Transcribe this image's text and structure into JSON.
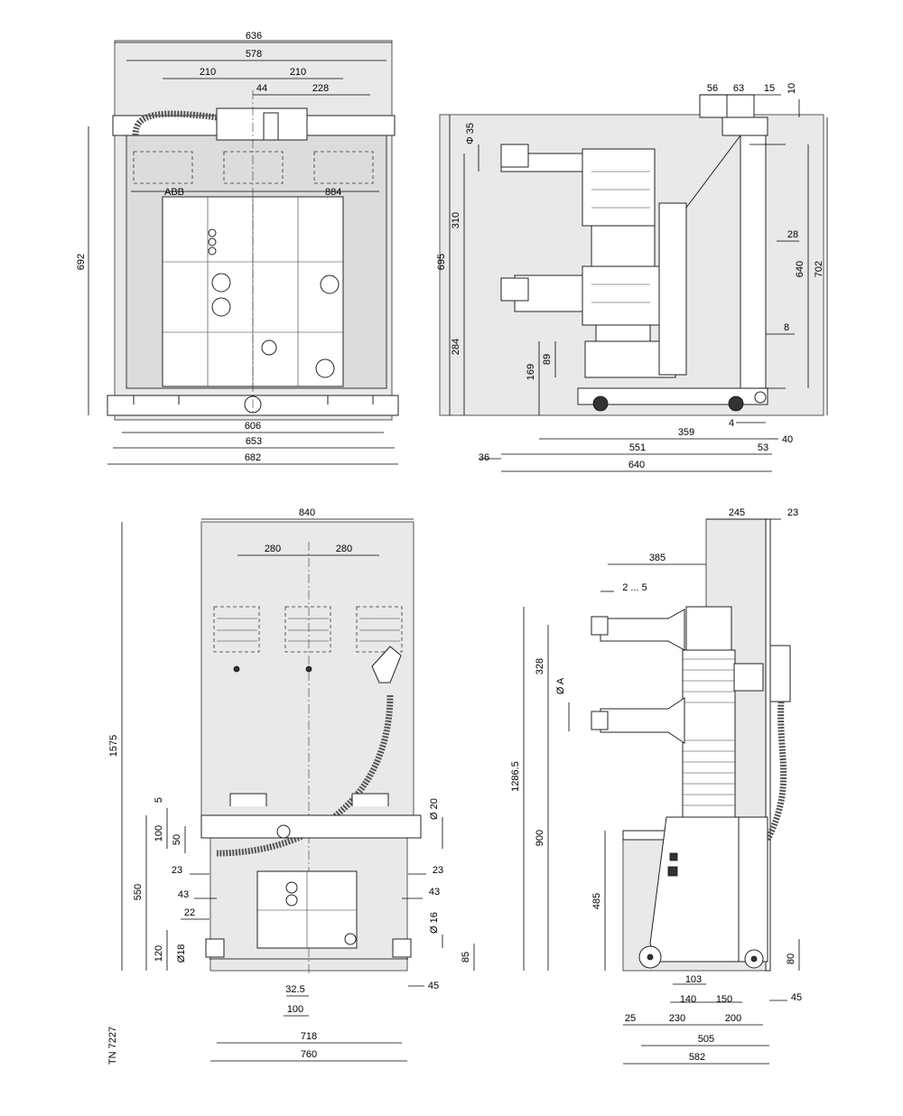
{
  "views": {
    "front_small": {
      "dims": {
        "w636": "636",
        "w578": "578",
        "w210a": "210",
        "w210b": "210",
        "w44": "44",
        "w228": "228",
        "h692": "692",
        "w606": "606",
        "w653": "653",
        "w682": "682"
      },
      "labels": {
        "logo_left": "ABB",
        "logo_right": "884"
      }
    },
    "side_small": {
      "dims": {
        "d56": "56",
        "d63": "63",
        "d15": "15",
        "d10": "10",
        "phi35": "Φ 35",
        "h310": "310",
        "h695": "695",
        "h284": "284",
        "h169": "169",
        "h89": "89",
        "d28": "28",
        "h640": "640",
        "h702": "702",
        "d8": "8",
        "d4": "4",
        "w359": "359",
        "d40": "40",
        "w551": "551",
        "d53": "53",
        "d36": "36",
        "w640": "640"
      }
    },
    "front_large": {
      "dims": {
        "w840": "840",
        "w280a": "280",
        "w280b": "280",
        "h1575": "1575",
        "d5": "5",
        "phi20": "Ø 20",
        "h100": "100",
        "d50": "50",
        "h550": "550",
        "d23l": "23",
        "d23r": "23",
        "d43l": "43",
        "d43r": "43",
        "d22": "22",
        "phi16": "Ø 16",
        "h120": "120",
        "phi18": "Ø18",
        "d85": "85",
        "d45": "45",
        "d32_5": "32.5",
        "d100": "100",
        "w718": "718",
        "w760": "760"
      },
      "code": "TN 7227"
    },
    "side_large": {
      "dims": {
        "d245": "245",
        "d23": "23",
        "d385": "385",
        "d2_5": "2 ... 5",
        "h328": "328",
        "phiA": "Ø A",
        "h1286_5": "1286.5",
        "h900": "900",
        "h485": "485",
        "d80": "80",
        "d103": "103",
        "d140": "140",
        "d150": "150",
        "d45": "45",
        "d25": "25",
        "d230": "230",
        "d200": "200",
        "w505": "505",
        "w582": "582"
      }
    }
  },
  "colors": {
    "panel_fill": "#e9e9e9",
    "line": "#000000"
  }
}
